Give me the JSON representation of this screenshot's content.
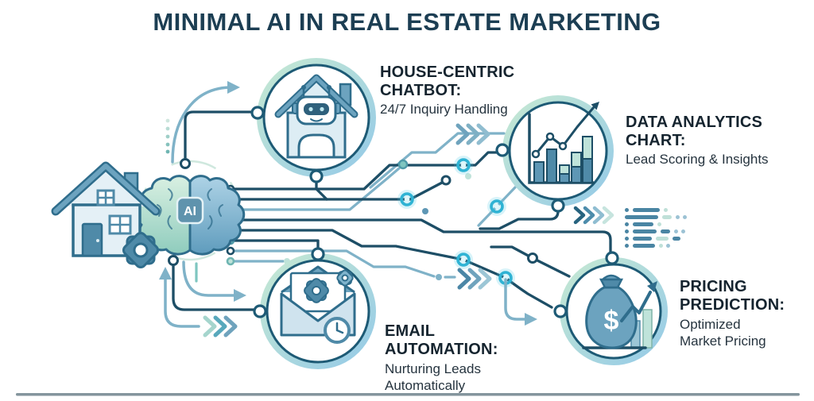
{
  "title": "MINIMAL AI IN REAL ESTATE MARKETING",
  "ai_core": {
    "label": "AI"
  },
  "hubs": [
    {
      "id": "chatbot",
      "heading1": "HOUSE-CENTRIC",
      "heading2": "CHATBOT:",
      "desc1": "24/7 Inquiry Handling",
      "desc2": ""
    },
    {
      "id": "analytics",
      "heading1": "DATA ANALYTICS",
      "heading2": "CHART:",
      "desc1": "Lead Scoring & Insights",
      "desc2": ""
    },
    {
      "id": "email",
      "heading1": "EMAIL",
      "heading2": "AUTOMATION:",
      "desc1": "Nurturing Leads",
      "desc2": "Automatically"
    },
    {
      "id": "pricing",
      "heading1": "PRICING",
      "heading2": "PREDICTION:",
      "desc1": "Optimized",
      "desc2": "Market Pricing",
      "icon_symbol": "$"
    }
  ],
  "palette": {
    "title_text": "#1c3e53",
    "heading_text": "#15242f",
    "body_text": "#26343f",
    "trace_dark": "#1d4e66",
    "trace_steel": "#7fb2c8",
    "ring_outline": "#1d5a75",
    "ring_gradient_start": "#c8ead2",
    "ring_gradient_end": "#93c9e8",
    "glow_cyan": "#2fb3d4",
    "icon_steel": "#6ca3bf",
    "icon_light": "#cfe3ee",
    "accent_teal": "#7fc6c0",
    "divider_gray": "#6e828c"
  }
}
